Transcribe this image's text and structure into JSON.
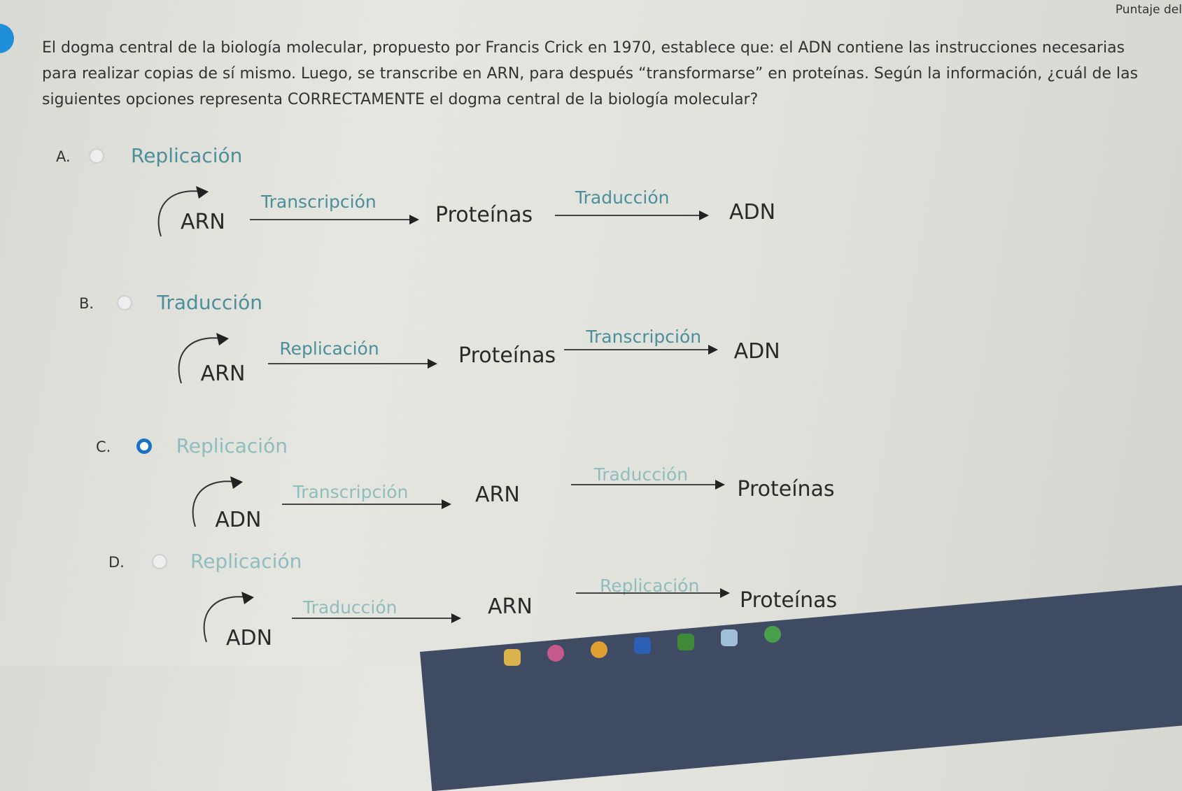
{
  "header": {
    "score_label": "Puntaje del"
  },
  "question": {
    "text": "El dogma central de la biología molecular, propuesto por Francis Crick en 1970, establece que: el ADN contiene las instrucciones necesarias para realizar copias de sí mismo. Luego, se transcribe en ARN, para después “transformarse” en proteínas. Según la información, ¿cuál de las siguientes opciones representa CORRECTAMENTE el dogma central de la biología molecular?"
  },
  "options": [
    {
      "letter": "A.",
      "selected": false,
      "loop_label": "Replicación",
      "node1": "ARN",
      "arrow1": "Transcripción",
      "node2": "Proteínas",
      "arrow2": "Traducción",
      "node3": "ADN"
    },
    {
      "letter": "B.",
      "selected": false,
      "loop_label": "Traducción",
      "node1": "ARN",
      "arrow1": "Replicación",
      "node2": "Proteínas",
      "arrow2": "Transcripción",
      "node3": "ADN"
    },
    {
      "letter": "C.",
      "selected": true,
      "loop_label": "Replicación",
      "node1": "ADN",
      "arrow1": "Transcripción",
      "node2": "ARN",
      "arrow2": "Traducción",
      "node3": "Proteínas"
    },
    {
      "letter": "D.",
      "selected": false,
      "loop_label": "Replicación",
      "node1": "ADN",
      "arrow1": "Traducción",
      "node2": "ARN",
      "arrow2": "Replicación",
      "node3": "Proteínas"
    }
  ],
  "colors": {
    "accent": "#1b72c4",
    "label": "#4c8f9a",
    "taskbar": "#3f4a63"
  },
  "taskbar": {
    "icons": [
      "folder-icon",
      "firefox-icon",
      "chrome-icon",
      "word-icon",
      "minecraft-icon",
      "app-icon",
      "chrome-icon"
    ]
  }
}
